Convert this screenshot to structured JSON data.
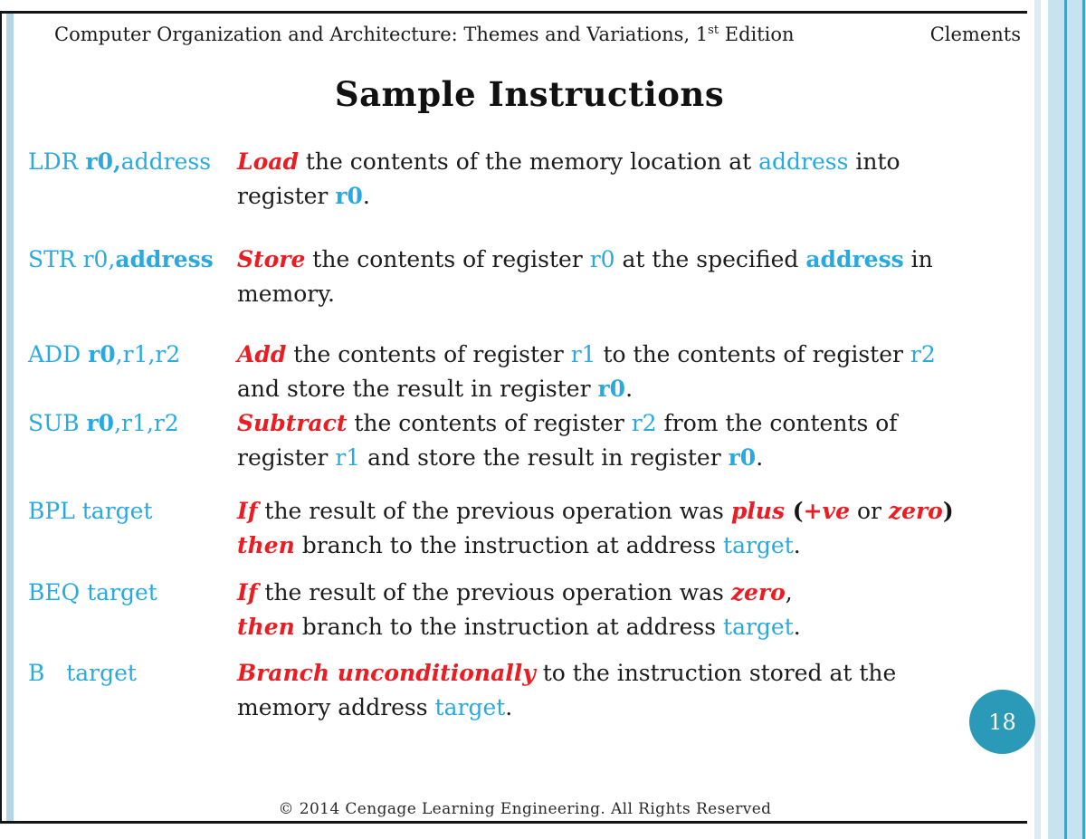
{
  "header": {
    "left_segments": [
      {
        "t": "Computer Organization and Architecture: Themes and Variations, 1"
      },
      {
        "t": "st",
        "s": "sup"
      },
      {
        "t": " Edition"
      }
    ],
    "right": "Clements"
  },
  "title": "Sample Instructions",
  "rows": [
    {
      "instruction": [
        {
          "t": "LDR ",
          "s": "c"
        },
        {
          "t": "r0,",
          "s": "cb"
        },
        {
          "t": "address",
          "s": "c"
        }
      ],
      "description": [
        {
          "t": "Load",
          "s": "r"
        },
        {
          "t": " the contents of the memory location at "
        },
        {
          "t": "address",
          "s": "c"
        },
        {
          "t": " into"
        },
        {
          "br": true
        },
        {
          "t": "register "
        },
        {
          "t": "r0",
          "s": "cb"
        },
        {
          "t": "."
        }
      ]
    },
    {
      "instruction": [
        {
          "t": "STR r0,",
          "s": "c"
        },
        {
          "t": "address",
          "s": "cb"
        }
      ],
      "description": [
        {
          "t": "Store",
          "s": "r"
        },
        {
          "t": " the contents of register "
        },
        {
          "t": "r0",
          "s": "c"
        },
        {
          "t": " at the specified "
        },
        {
          "t": "address",
          "s": "cb"
        },
        {
          "t": " in"
        },
        {
          "br": true
        },
        {
          "t": "memory."
        }
      ]
    },
    {
      "instruction": [
        {
          "t": "ADD ",
          "s": "c"
        },
        {
          "t": "r0",
          "s": "cb"
        },
        {
          "t": ",r1,r2",
          "s": "c"
        }
      ],
      "description": [
        {
          "t": "Add",
          "s": "r"
        },
        {
          "t": " the contents of register "
        },
        {
          "t": "r1",
          "s": "c"
        },
        {
          "t": " to the contents of register "
        },
        {
          "t": "r2",
          "s": "c"
        },
        {
          "br": true
        },
        {
          "t": "and store the result in register "
        },
        {
          "t": "r0",
          "s": "cb"
        },
        {
          "t": "."
        }
      ]
    },
    {
      "instruction": [
        {
          "t": "SUB ",
          "s": "c"
        },
        {
          "t": "r0",
          "s": "cb"
        },
        {
          "t": ",r1,r2",
          "s": "c"
        }
      ],
      "description": [
        {
          "t": "Subtract",
          "s": "r"
        },
        {
          "t": " the contents of register "
        },
        {
          "t": "r2",
          "s": "c"
        },
        {
          "t": " from the contents of"
        },
        {
          "br": true
        },
        {
          "t": "register "
        },
        {
          "t": "r1",
          "s": "c"
        },
        {
          "t": " and store the result in register "
        },
        {
          "t": "r0",
          "s": "cb"
        },
        {
          "t": "."
        }
      ]
    },
    {
      "instruction": [
        {
          "t": "BPL target",
          "s": "c"
        }
      ],
      "description": [
        {
          "t": "If",
          "s": "r"
        },
        {
          "t": " the result of the previous operation was "
        },
        {
          "t": "plus",
          "s": "r"
        },
        {
          "t": " (",
          "s": "b"
        },
        {
          "t": "+ve",
          "s": "r"
        },
        {
          "t": " or "
        },
        {
          "t": "zero",
          "s": "r"
        },
        {
          "t": ")",
          "s": "b"
        },
        {
          "br": true
        },
        {
          "t": "then",
          "s": "r"
        },
        {
          "t": " branch to the instruction at address "
        },
        {
          "t": "target",
          "s": "c"
        },
        {
          "t": "."
        }
      ]
    },
    {
      "instruction": [
        {
          "t": "BEQ target",
          "s": "c"
        }
      ],
      "description": [
        {
          "t": "If",
          "s": "r"
        },
        {
          "t": " the result of the previous operation was "
        },
        {
          "t": "zero",
          "s": "r"
        },
        {
          "t": ","
        },
        {
          "br": true
        },
        {
          "t": "then",
          "s": "r"
        },
        {
          "t": " branch to the instruction at address "
        },
        {
          "t": "target",
          "s": "c"
        },
        {
          "t": "."
        }
      ]
    },
    {
      "instruction": [
        {
          "t": "B   target",
          "s": "c"
        }
      ],
      "description": [
        {
          "t": "Branch unconditionally",
          "s": "r"
        },
        {
          "t": " to the instruction stored at the"
        },
        {
          "br": true
        },
        {
          "t": "memory address "
        },
        {
          "t": "target",
          "s": "c"
        },
        {
          "t": "."
        }
      ]
    }
  ],
  "page_number": "18",
  "footer": "© 2014 Cengage Learning Engineering. All Rights Reserved",
  "colors": {
    "cyan": "#29A9E2",
    "red": "#EB1C22",
    "text": "#1C1C1C",
    "teal_circle": "#2A9AB8",
    "stripe_light": "#C9E2EF",
    "stripe_dark": "#41A2C4",
    "stripe_pale": "#DCEBF3",
    "left_stripe": "#B5D5E7"
  }
}
